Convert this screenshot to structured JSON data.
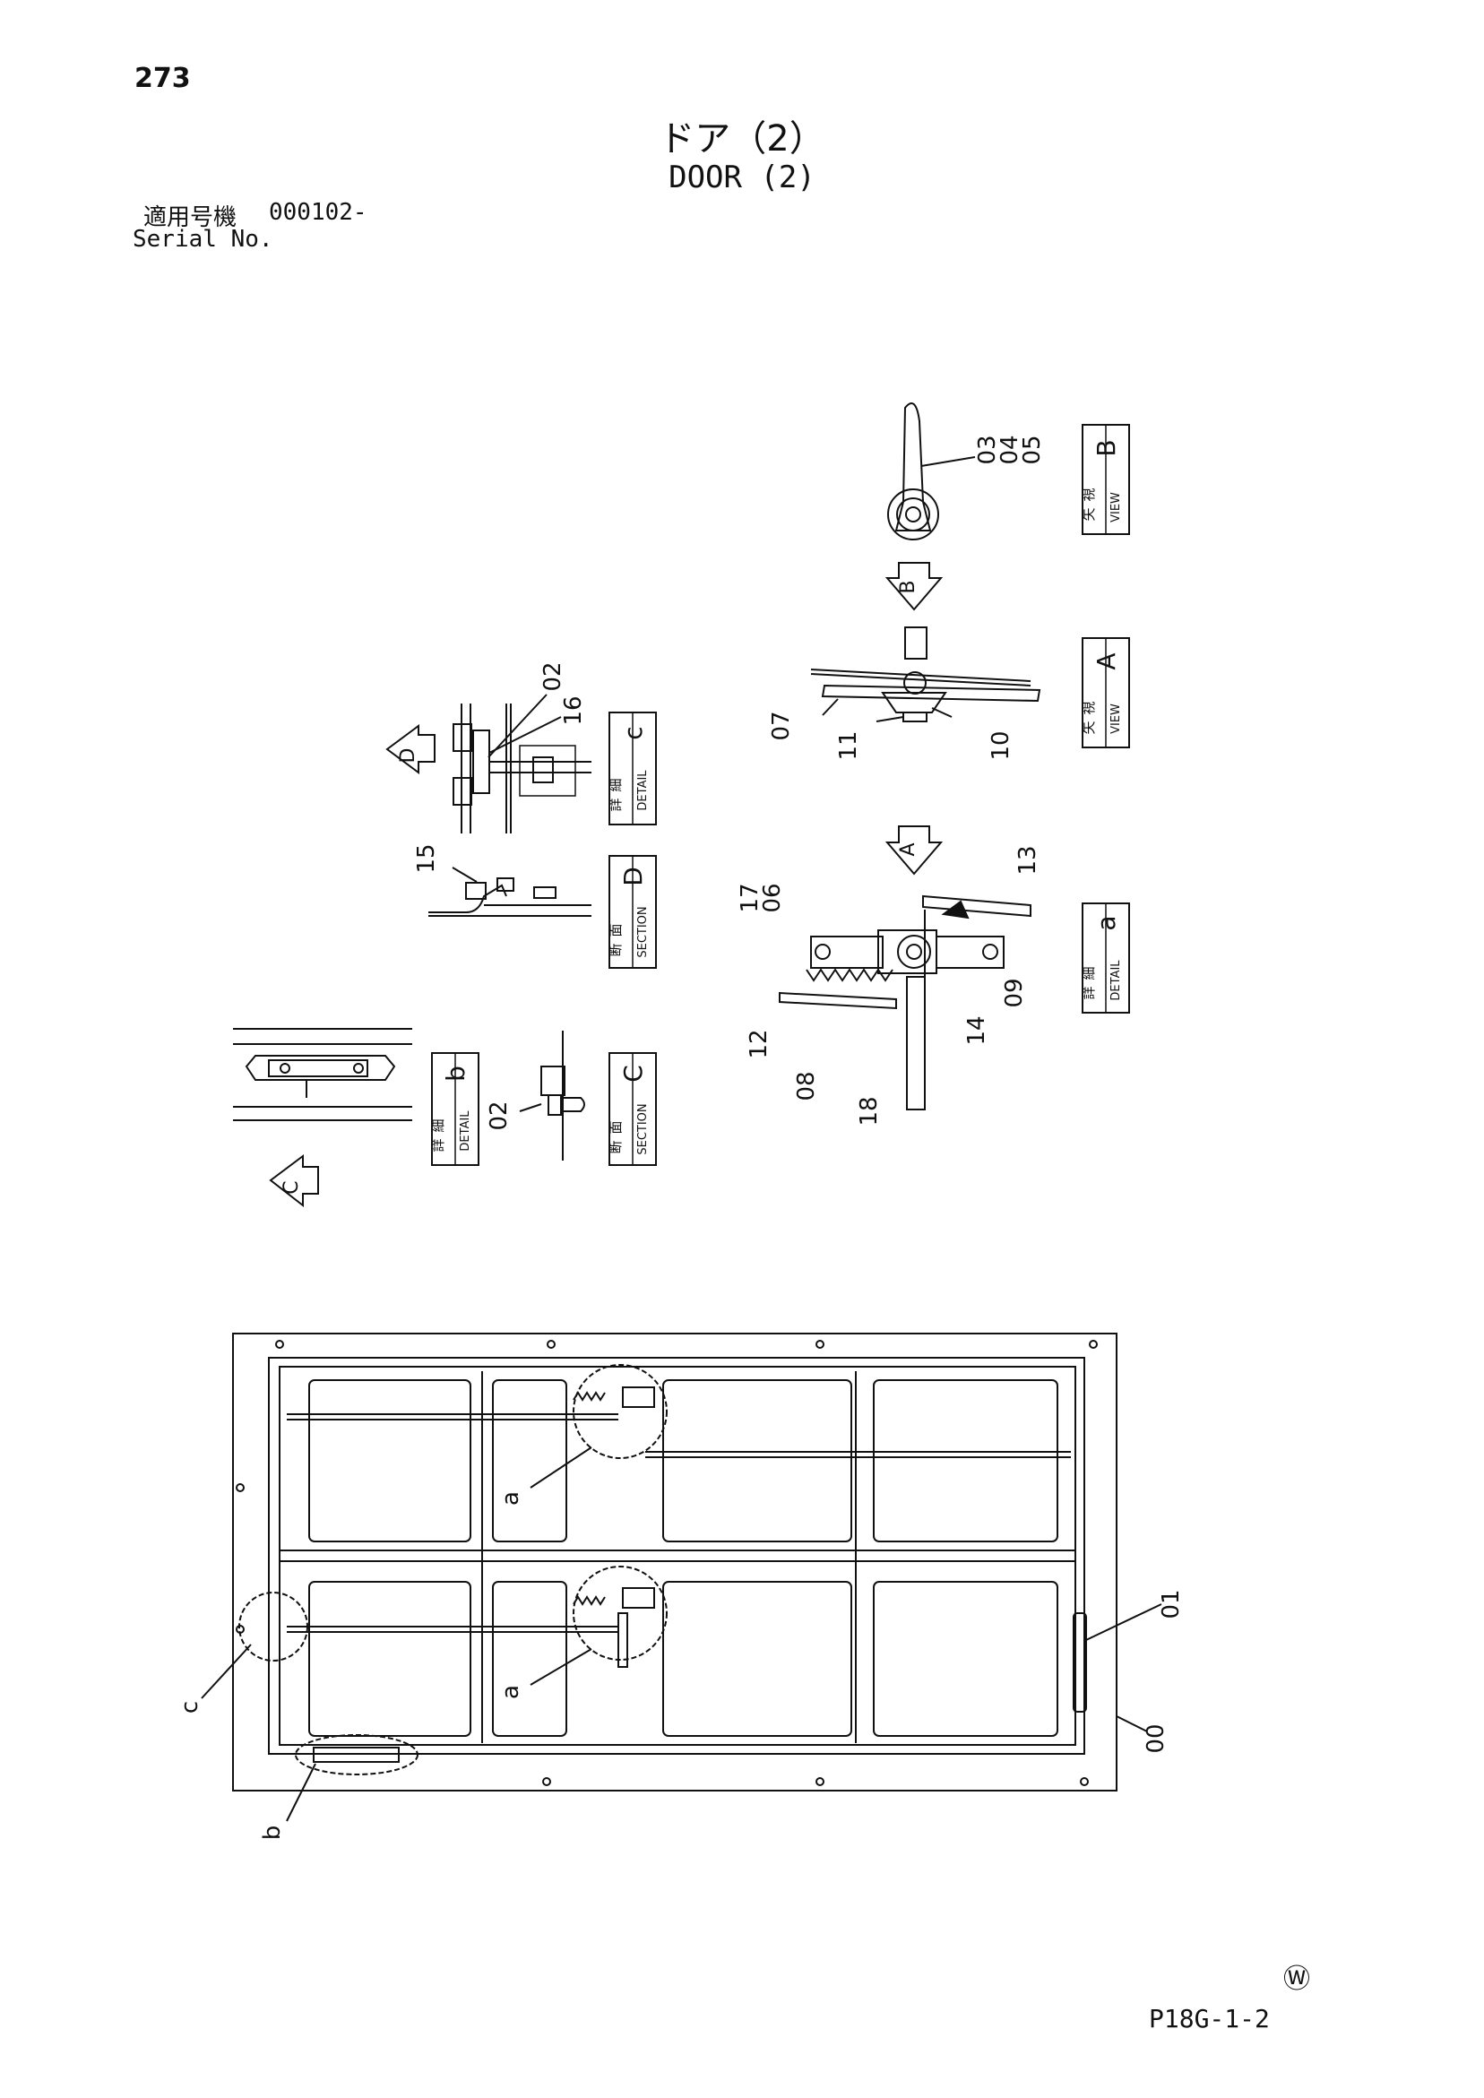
{
  "header": {
    "page_number": "273",
    "title_jp": "ドア（2）",
    "title_en": "DOOR (2)",
    "serial_label_jp": "適用号機",
    "serial_value": "000102-",
    "serial_label_en": "Serial No."
  },
  "footer": {
    "mark": "Ⓦ",
    "page_code": "P18G-1-2"
  },
  "views": {
    "view_b": {
      "jp1": "矢",
      "jp2": "視",
      "en": "VIEW",
      "letter": "B"
    },
    "view_a": {
      "jp1": "矢",
      "jp2": "視",
      "en": "VIEW",
      "letter": "A"
    },
    "detail_c": {
      "jp1": "詳",
      "jp2": "細",
      "en": "DETAIL",
      "letter": "c"
    },
    "section_d": {
      "jp1": "断",
      "jp2": "面",
      "en": "SECTION",
      "letter": "D"
    },
    "detail_a": {
      "jp1": "詳",
      "jp2": "細",
      "en": "DETAIL",
      "letter": "a"
    },
    "detail_b": {
      "jp1": "詳",
      "jp2": "細",
      "en": "DETAIL",
      "letter": "b"
    },
    "section_c": {
      "jp1": "断",
      "jp2": "面",
      "en": "SECTION",
      "letter": "C"
    }
  },
  "arrows": {
    "b": "B",
    "a": "A",
    "d": "D",
    "c": "C"
  },
  "callouts": {
    "p03": "03",
    "p04": "04",
    "p05": "05",
    "p07": "07",
    "p11": "11",
    "p10": "10",
    "p02_detail_c": "02",
    "p16": "16",
    "p15": "15",
    "p13": "13",
    "p17": "17",
    "p06": "06",
    "p09": "09",
    "p14": "14",
    "p12": "12",
    "p08": "08",
    "p18": "18",
    "p02_section_c": "02",
    "p01": "01",
    "p00": "00",
    "ref_a_upper": "a",
    "ref_a_lower": "a",
    "ref_c": "c",
    "ref_b": "b"
  }
}
